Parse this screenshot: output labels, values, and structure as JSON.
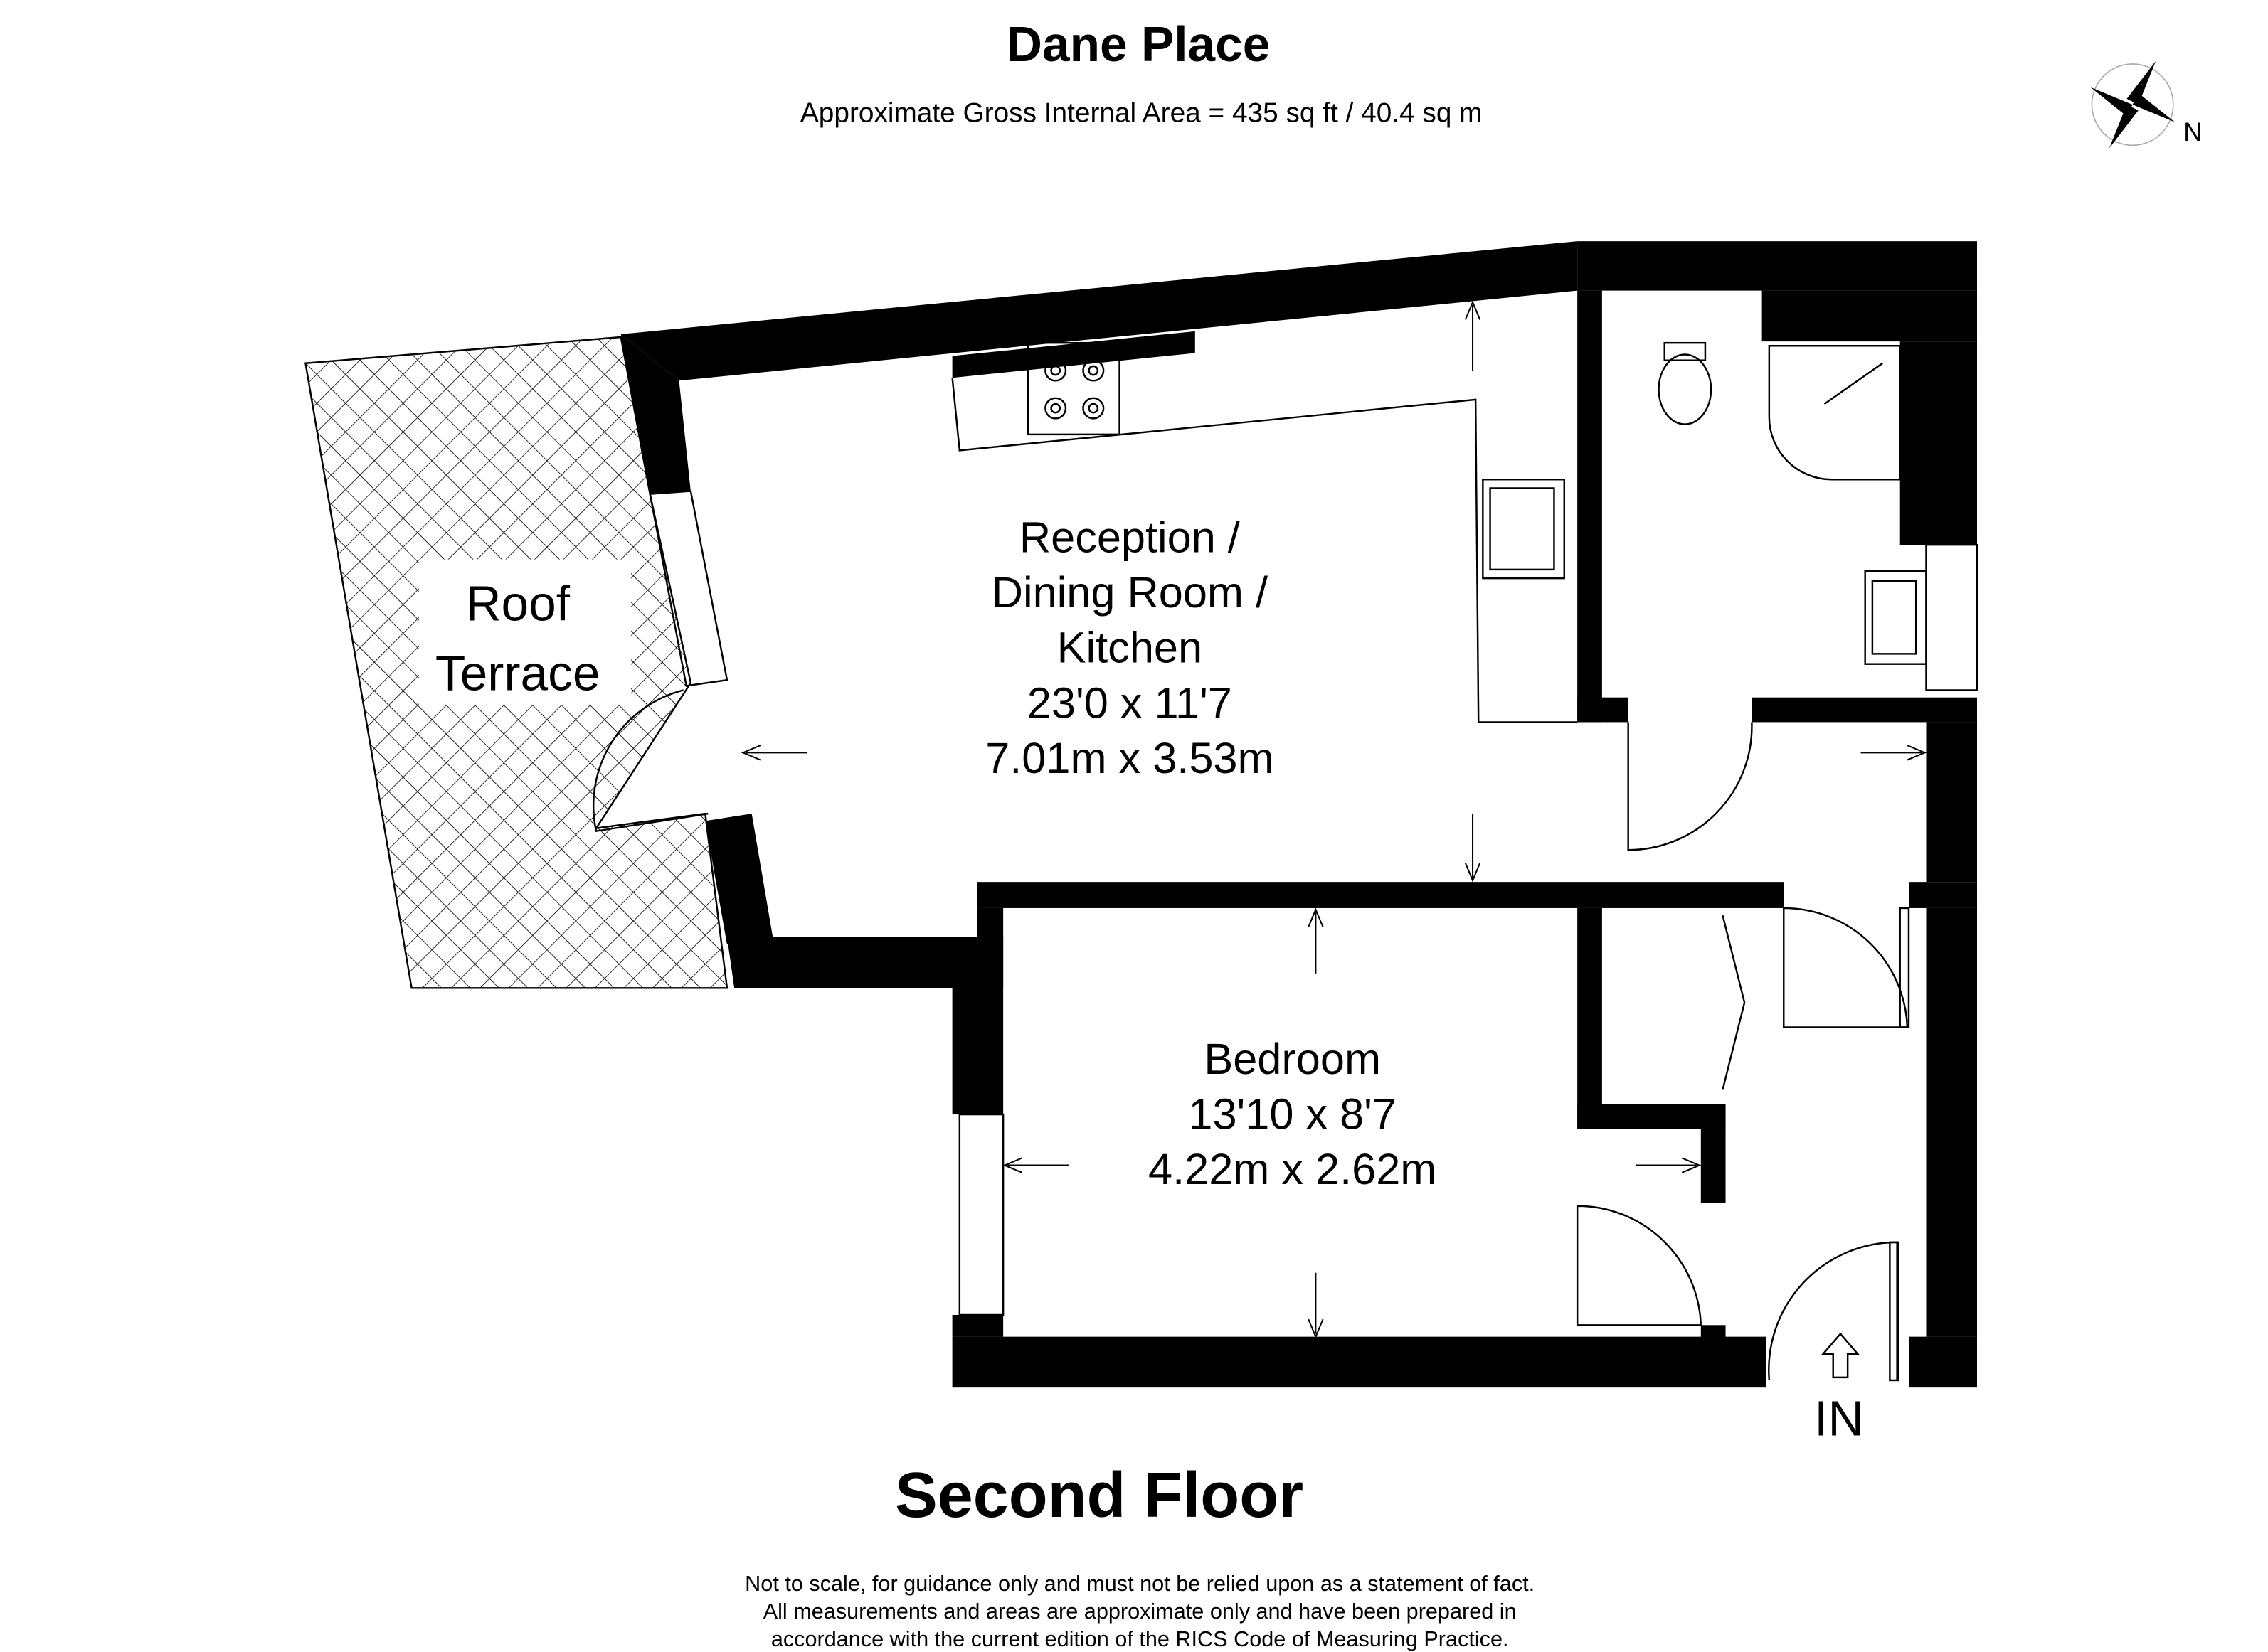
{
  "header": {
    "title": "Dane Place",
    "subtitle": "Approximate Gross Internal Area = 435 sq ft / 40.4 sq m"
  },
  "compass": {
    "label": "N"
  },
  "rooms": {
    "terrace": {
      "line1": "Roof",
      "line2": "Terrace"
    },
    "reception": {
      "line1": "Reception /",
      "line2": "Dining Room /",
      "line3": "Kitchen",
      "imperial": "23'0 x 11'7",
      "metric": "7.01m x 3.53m"
    },
    "bedroom": {
      "name": "Bedroom",
      "imperial": "13'10 x 8'7",
      "metric": "4.22m x 2.62m"
    }
  },
  "entrance": {
    "label": "IN"
  },
  "floor": {
    "label": "Second Floor"
  },
  "disclaimer": {
    "line1": "Not to scale, for guidance only and must not be relied upon as a statement of fact.",
    "line2": "All measurements and areas are approximate only and have been prepared in",
    "line3": "accordance with the current edition of the RICS Code of Measuring Practice."
  }
}
